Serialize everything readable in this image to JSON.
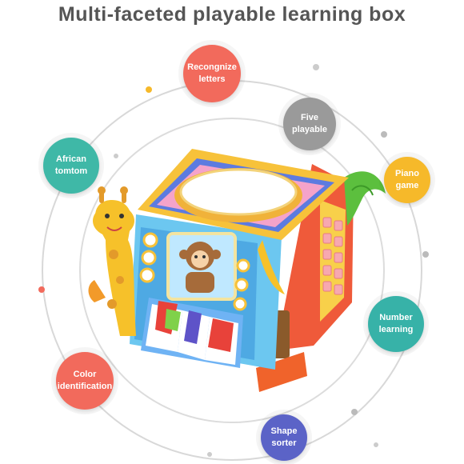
{
  "title": "Multi-faceted playable learning box",
  "features": [
    {
      "line1": "Recongnize",
      "line2": "letters",
      "color": "#f26a5c"
    },
    {
      "line1": "Five",
      "line2": "playable",
      "color": "#9a9a9a"
    },
    {
      "line1": "African",
      "line2": "tomtom",
      "color": "#3fb8a7"
    },
    {
      "line1": "Piano",
      "line2": "game",
      "color": "#f6b92a"
    },
    {
      "line1": "Number",
      "line2": "learning",
      "color": "#37b2a8"
    },
    {
      "line1": "Color",
      "line2": "identification",
      "color": "#f26a5c"
    },
    {
      "line1": "Shape",
      "line2": "sorter",
      "color": "#5b63c7"
    }
  ],
  "toy_illustration": "activity-cube-toy-icon"
}
